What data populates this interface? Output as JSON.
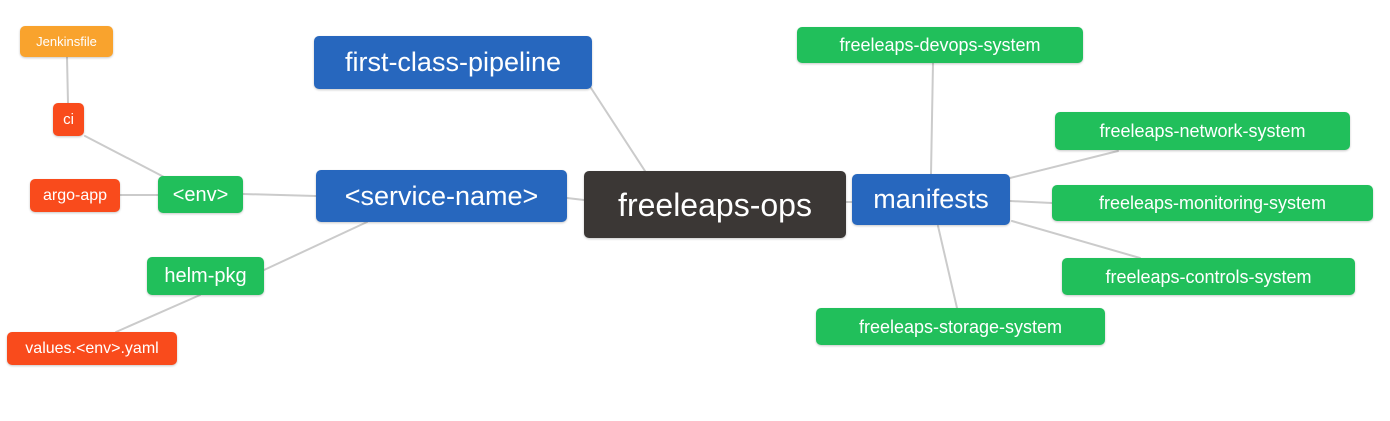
{
  "palette": {
    "blue": "#2767be",
    "green": "#21bf5b",
    "red": "#f94b1c",
    "orange": "#f9a32d",
    "dark": "#3b3735",
    "edge": "#cbcbcb",
    "background": "#ffffff",
    "text": "#ffffff"
  },
  "nodes": {
    "freeleaps_ops": {
      "label": "freeleaps-ops",
      "color": "dark"
    },
    "service_name": {
      "label": "<service-name>",
      "color": "blue"
    },
    "first_class_pipeline": {
      "label": "first-class-pipeline",
      "color": "blue"
    },
    "manifests": {
      "label": "manifests",
      "color": "blue"
    },
    "env": {
      "label": "<env>",
      "color": "green"
    },
    "helm_pkg": {
      "label": "helm-pkg",
      "color": "green"
    },
    "ci": {
      "label": "ci",
      "color": "red"
    },
    "argo_app": {
      "label": "argo-app",
      "color": "red"
    },
    "values_yaml": {
      "label": "values.<env>.yaml",
      "color": "red"
    },
    "jenkinsfile": {
      "label": "Jenkinsfile",
      "color": "orange"
    },
    "devops_system": {
      "label": "freeleaps-devops-system",
      "color": "green"
    },
    "network_system": {
      "label": "freeleaps-network-system",
      "color": "green"
    },
    "monitoring_system": {
      "label": "freeleaps-monitoring-system",
      "color": "green"
    },
    "controls_system": {
      "label": "freeleaps-controls-system",
      "color": "green"
    },
    "storage_system": {
      "label": "freeleaps-storage-system",
      "color": "green"
    }
  },
  "edges": [
    {
      "from": "jenkinsfile",
      "to": "ci"
    },
    {
      "from": "ci",
      "to": "env"
    },
    {
      "from": "argo_app",
      "to": "env"
    },
    {
      "from": "env",
      "to": "service_name"
    },
    {
      "from": "helm_pkg",
      "to": "service_name"
    },
    {
      "from": "values_yaml",
      "to": "helm_pkg"
    },
    {
      "from": "first_class_pipeline",
      "to": "freeleaps_ops"
    },
    {
      "from": "service_name",
      "to": "freeleaps_ops"
    },
    {
      "from": "freeleaps_ops",
      "to": "manifests"
    },
    {
      "from": "manifests",
      "to": "devops_system"
    },
    {
      "from": "manifests",
      "to": "network_system"
    },
    {
      "from": "manifests",
      "to": "monitoring_system"
    },
    {
      "from": "manifests",
      "to": "controls_system"
    },
    {
      "from": "manifests",
      "to": "storage_system"
    }
  ]
}
